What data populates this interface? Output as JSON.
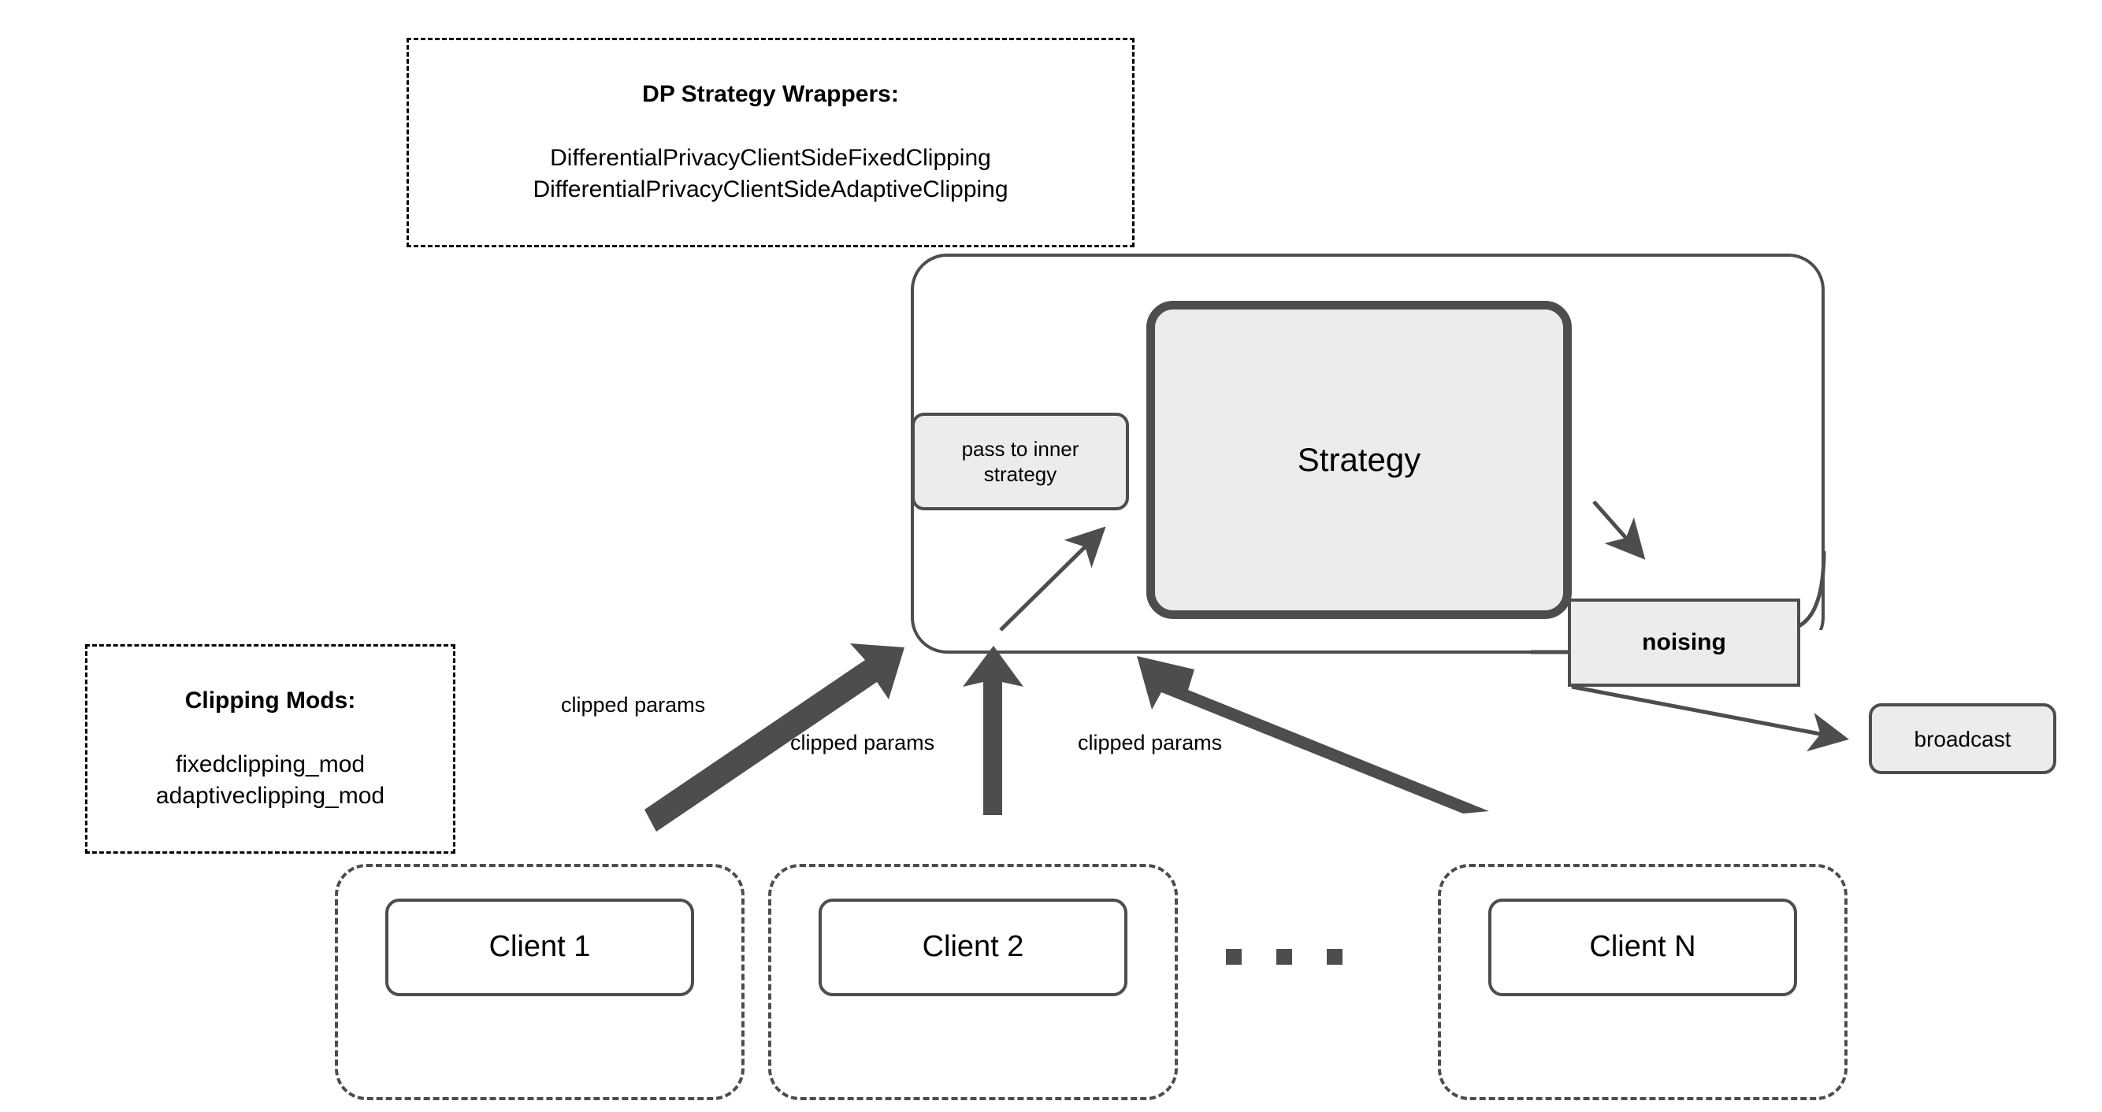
{
  "diagram": {
    "title": "Flower DP Strategy Wrapper Architecture",
    "colors": {
      "box_fill": "#ececec",
      "box_stroke": "#4d4d4d",
      "annotation_stroke": "#000000",
      "text": "#000000",
      "canvas": "#ffffff"
    },
    "annotations": [
      {
        "id": "dp-strategy-wrappers",
        "title": "DP Strategy Wrappers:",
        "lines": [
          "DifferentialPrivacyClientSideFixedClipping",
          "DifferentialPrivacyClientSideAdaptiveClipping"
        ]
      },
      {
        "id": "clipping-mods",
        "title": "Clipping Mods:",
        "lines": [
          "fixedclipping_mod",
          "adaptiveclipping_mod"
        ]
      }
    ],
    "server": {
      "strategy_label": "Strategy",
      "pass_inner_line1": "pass to inner",
      "pass_inner_line2": "strategy",
      "noising_label": "noising",
      "broadcast_label": "broadcast"
    },
    "clients": [
      {
        "label": "Client 1"
      },
      {
        "label": "Client 2"
      },
      {
        "label": "Client N"
      }
    ],
    "ellipsis": "• • •",
    "edge_labels": [
      "clipped params",
      "clipped params",
      "clipped params"
    ]
  }
}
